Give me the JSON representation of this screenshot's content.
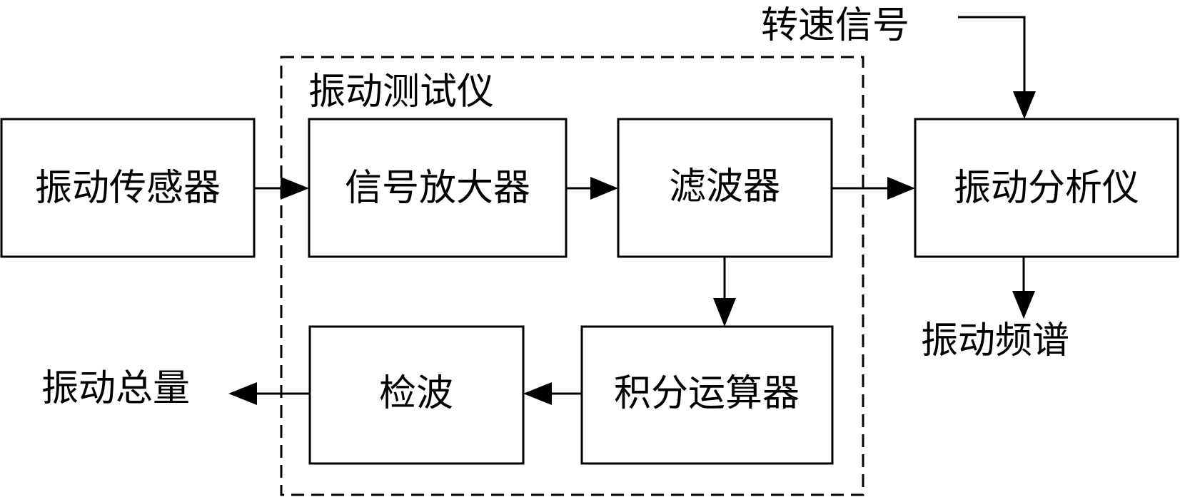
{
  "diagram": {
    "nodes": {
      "sensor": "振动传感器",
      "amplifier": "信号放大器",
      "filter": "滤波器",
      "analyzer": "振动分析仪",
      "detector": "检波",
      "integrator": "积分运算器"
    },
    "group_label": "振动测试仪",
    "labels": {
      "speed_signal": "转速信号",
      "spectrum": "振动频谱",
      "total": "振动总量"
    },
    "edges": [
      {
        "from": "sensor",
        "to": "amplifier"
      },
      {
        "from": "amplifier",
        "to": "filter"
      },
      {
        "from": "filter",
        "to": "analyzer"
      },
      {
        "from": "speed_signal",
        "to": "analyzer"
      },
      {
        "from": "analyzer",
        "to": "spectrum"
      },
      {
        "from": "filter",
        "to": "integrator"
      },
      {
        "from": "integrator",
        "to": "detector"
      },
      {
        "from": "detector",
        "to": "total"
      }
    ]
  }
}
